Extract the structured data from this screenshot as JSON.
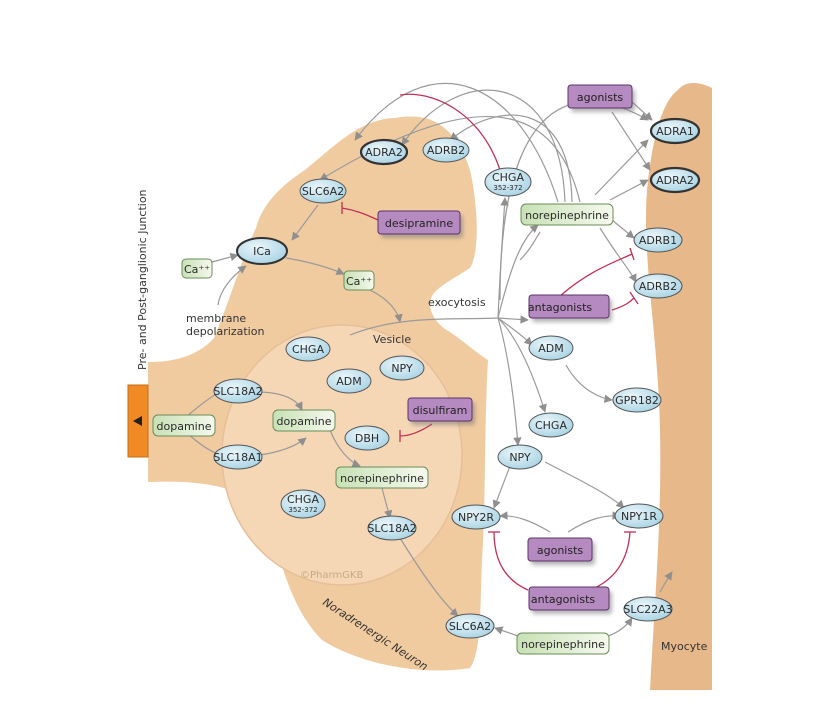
{
  "junction_label": "Pre- and Post-ganglionic Junction",
  "neuron_label": "Noradrenergic Neuron",
  "myocyte_label": "Myocyte",
  "vesicle_label": "Vesicle",
  "exocytosis_label": "exocytosis",
  "membrane_label_line1": "membrane",
  "membrane_label_line2": "depolarization",
  "watermark": "©PharmGKB",
  "ions": {
    "ca_outside": "Ca⁺⁺",
    "ca_inside": "Ca⁺⁺",
    "ica": "ICa"
  },
  "genes": {
    "adra2_pre": "ADRA2",
    "adrb2_pre": "ADRB2",
    "chga_top": "CHGA",
    "chga_top_sub": "352-372",
    "slc6a2_top": "SLC6A2",
    "chga_vesicle": "CHGA",
    "adm_vesicle": "ADM",
    "npy_vesicle": "NPY",
    "slc18a2_top": "SLC18A2",
    "slc18a1": "SLC18A1",
    "dbh": "DBH",
    "chga_vesicle_low": "CHGA",
    "chga_vesicle_low_sub": "352-372",
    "slc18a2_bottom": "SLC18A2",
    "slc6a2_bottom": "SLC6A2",
    "adm_cleft": "ADM",
    "chga_cleft": "CHGA",
    "npy_cleft": "NPY",
    "npy2r": "NPY2R",
    "npy1r": "NPY1R",
    "gpr182": "GPR182",
    "slc22a3": "SLC22A3",
    "adra1_post": "ADRA1",
    "adra2_post": "ADRA2",
    "adrb1_post": "ADRB1",
    "adrb2_post": "ADRB2"
  },
  "metabolites": {
    "dopamine_outside": "dopamine",
    "dopamine_vesicle": "dopamine",
    "norepinephrine_vesicle": "norepinephrine",
    "norepinephrine_cleft": "norepinephrine",
    "norepinephrine_bottom": "norepinephrine"
  },
  "drugs": {
    "desipramine": "desipramine",
    "disulfiram": "disulfiram",
    "agonists_top": "agonists",
    "antagonists_mid": "antagonists",
    "agonists_npy": "agonists",
    "antagonists_npy": "antagonists"
  },
  "colors": {
    "neuron_fill": "#f1cba0",
    "vesicle_fill": "#f5d7b6",
    "gene_fill": "#bfe0ec",
    "metabolite_fill": "#dcebcd",
    "drug_fill": "#b58ac0",
    "arrow_gray": "#9a9a9a",
    "inhibit_red": "#c22f55",
    "stimulus_orange": "#f08a24"
  }
}
